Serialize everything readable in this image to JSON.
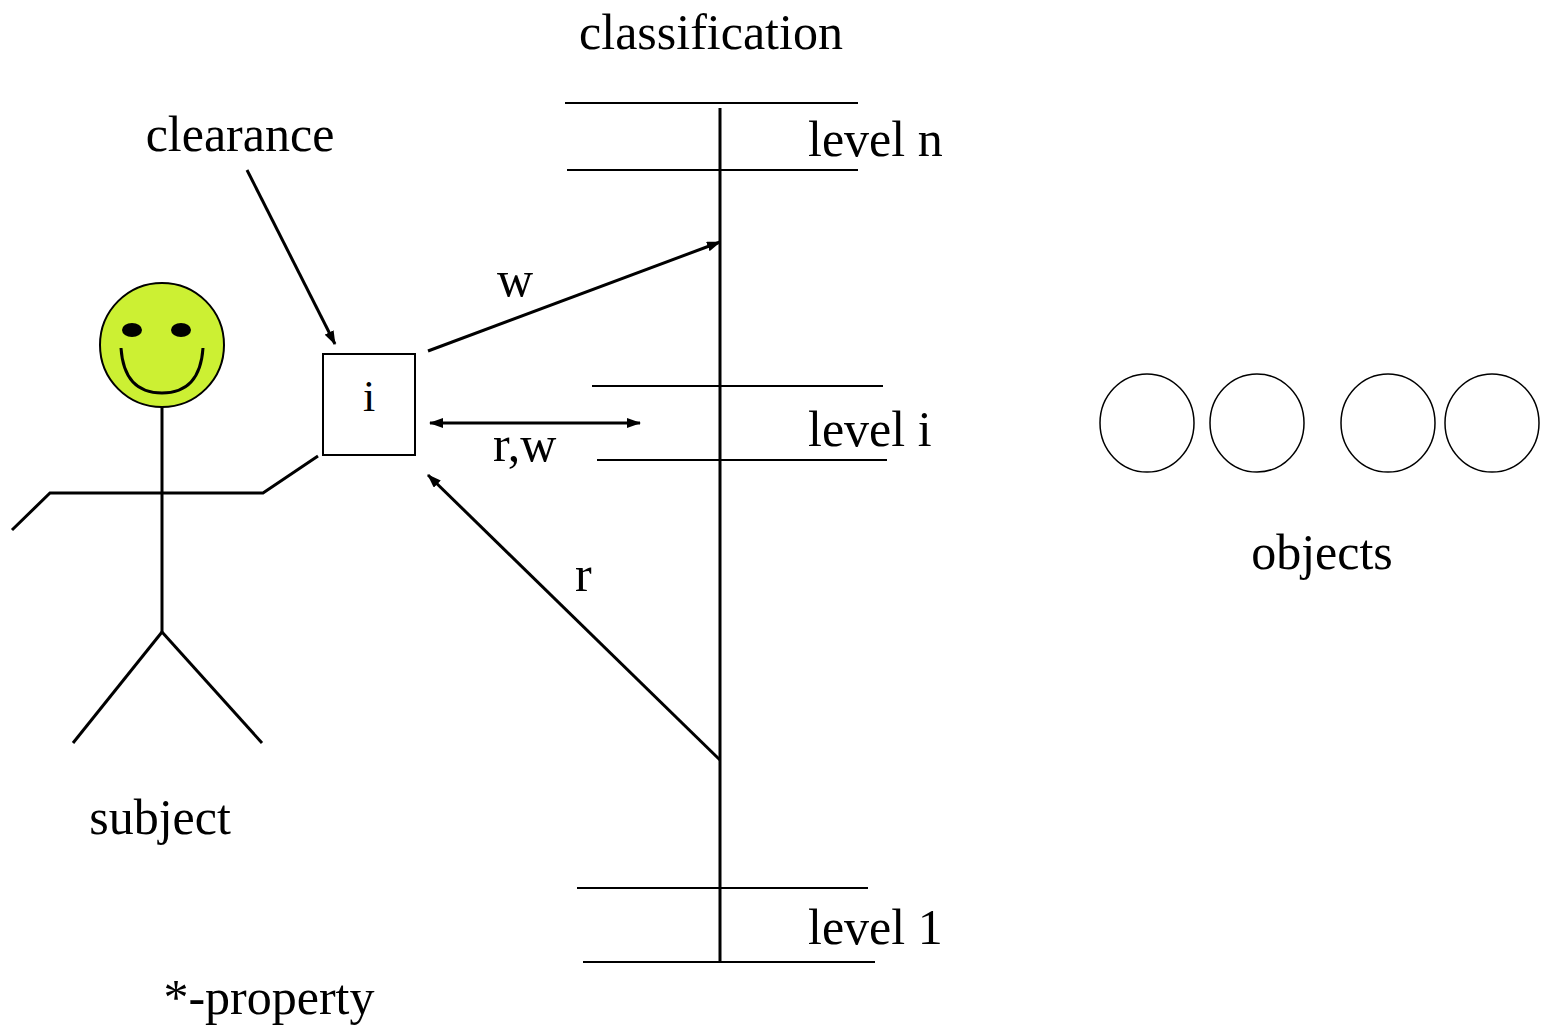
{
  "diagram": {
    "caption": "*-property",
    "nodes": [
      {
        "text": [
          "i"
        ]
      }
    ],
    "labels": [
      "classification",
      "clearance",
      "level n",
      "w",
      "level i",
      "r,w",
      "r",
      "objects",
      "subject",
      "level 1"
    ]
  }
}
